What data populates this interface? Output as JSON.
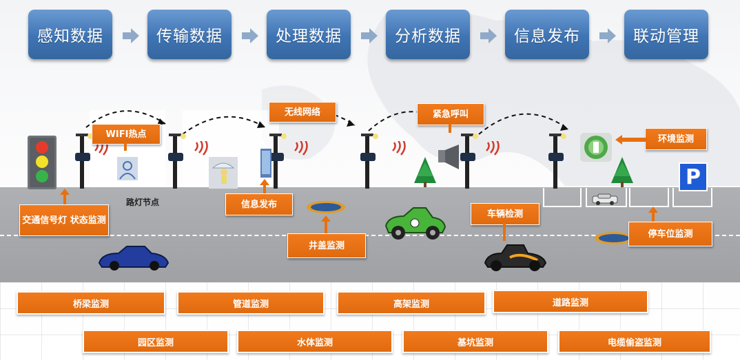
{
  "process_steps": [
    "感知数据",
    "传输数据",
    "处理数据",
    "分析数据",
    "信息发布",
    "联动管理"
  ],
  "scene_labels": {
    "wifi": "WIFI热点",
    "wireless": "无线网络",
    "emergency": "紧急呼叫",
    "environment": "环境监测",
    "traffic_signal": "交通信号灯 状态监测",
    "lamp_node": "路灯节点",
    "info_publish": "信息发布",
    "manhole": "井盖监测",
    "vehicle": "车辆检测",
    "parking": "停车位监测"
  },
  "monitor_row1": [
    "桥梁监测",
    "管道监测",
    "高架监测",
    "道路监测"
  ],
  "monitor_row2": [
    "园区监测",
    "水体监测",
    "基坑监测",
    "电缆偷盗监测"
  ],
  "parking_sign": "P",
  "colors": {
    "step_blue": "#3f74b4",
    "label_orange": "#e8700f",
    "road_gray": "#a8aaad"
  }
}
